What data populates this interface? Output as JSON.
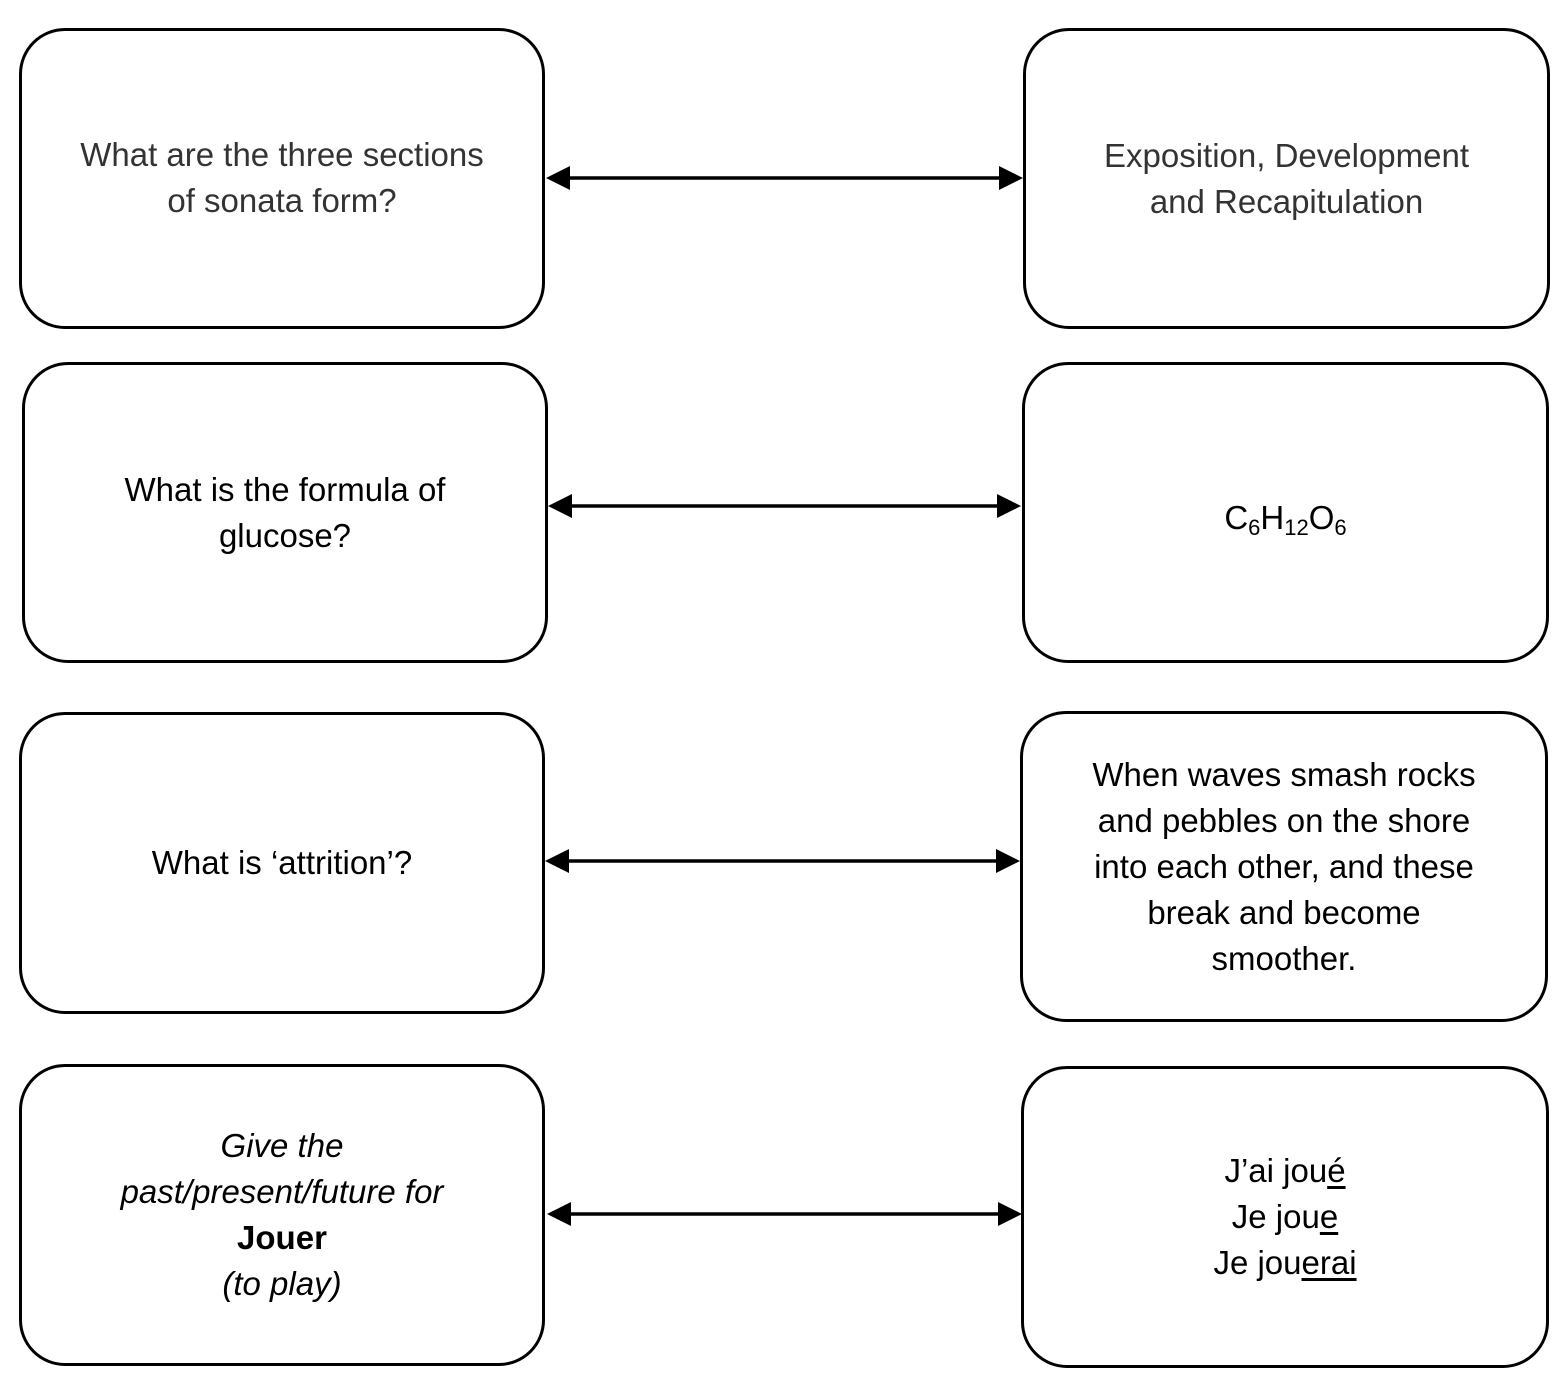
{
  "cards": [
    {
      "question": {
        "lines": [
          "What are the three sections",
          "of sonata form?"
        ]
      },
      "answer": {
        "lines": [
          "Exposition, Development",
          "and Recapitulation"
        ]
      }
    },
    {
      "question": {
        "lines": [
          "What is the formula of",
          "glucose?"
        ]
      },
      "answer": {
        "formula": {
          "c": "C",
          "c_sub": "6",
          "h": "H",
          "h_sub": "12",
          "o": "O",
          "o_sub": "6"
        }
      }
    },
    {
      "question": {
        "lines": [
          "What is ‘attrition’?"
        ]
      },
      "answer": {
        "lines": [
          "When waves smash rocks",
          "and pebbles on the shore",
          "into each other, and these",
          "break and become",
          "smoother."
        ]
      }
    },
    {
      "question": {
        "line1": "Give the",
        "line2": "past/present/future for",
        "verb": "Jouer",
        "translation": "(to play)"
      },
      "answer": {
        "past_stem": "J’ai jou",
        "past_ending": "é",
        "present_stem": "Je jou",
        "present_ending": "e",
        "future_stem": "Je jou",
        "future_ending": "erai"
      }
    }
  ],
  "arrow_icon": "double-headed-arrow",
  "colors": {
    "stroke": "#000000",
    "text": "#000000",
    "text_grey": "#333333",
    "background": "#ffffff"
  }
}
